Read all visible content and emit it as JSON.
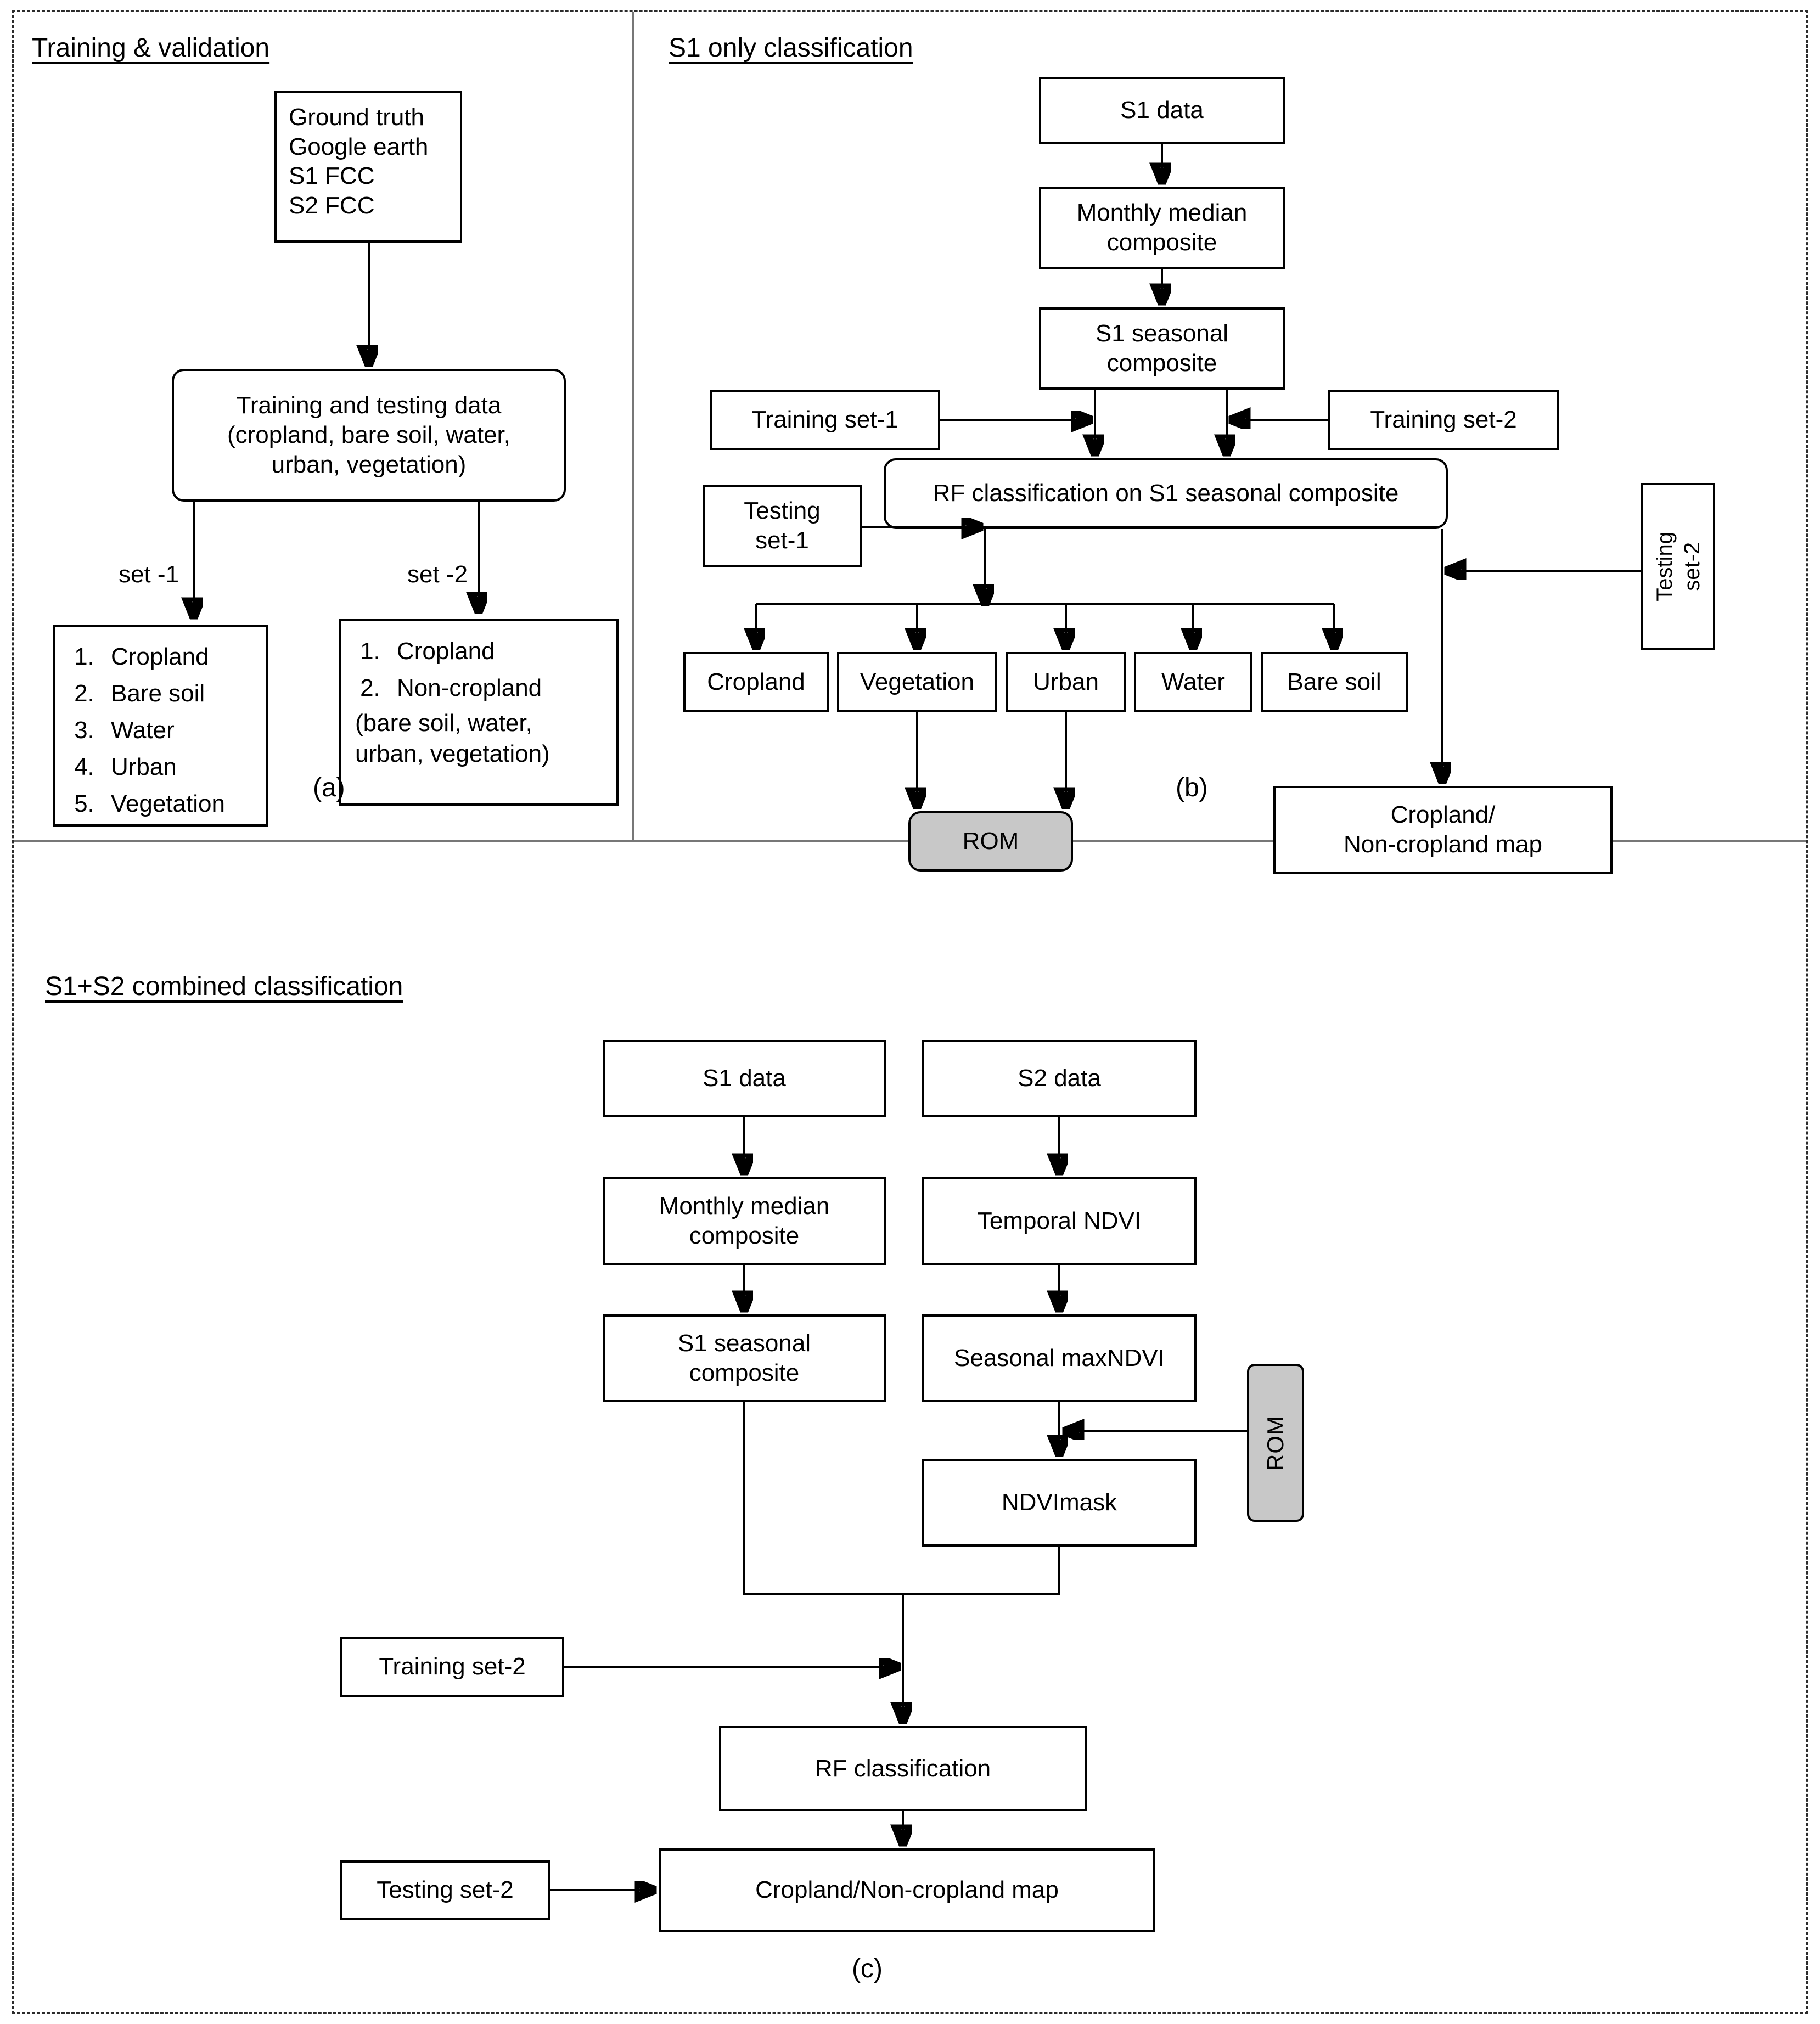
{
  "panels": {
    "a": {
      "heading": "Training & validation",
      "caption": "(a)",
      "nodes": {
        "sources": "Ground truth\nGoogle earth\nS1 FCC\nS2 FCC",
        "traintest": "Training and testing data\n(cropland, bare soil, water,\nurban, vegetation)"
      },
      "edge_labels": {
        "set1": "set -1",
        "set2": "set -2"
      },
      "set1_list": [
        "Cropland",
        "Bare soil",
        "Water",
        "Urban",
        "Vegetation"
      ],
      "set2_list": [
        "Cropland",
        "Non-cropland"
      ],
      "set2_note": "(bare soil, water,\nurban, vegetation)"
    },
    "b": {
      "heading": "S1 only classification",
      "caption": "(b)",
      "nodes": {
        "s1data": "S1 data",
        "monthly": "Monthly median\ncomposite",
        "seasonal": "S1 seasonal\ncomposite",
        "training1": "Training set-1",
        "training2": "Training set-2",
        "rf": "RF classification on S1 seasonal composite",
        "testing1": "Testing\nset-1",
        "testing2": "Testing\nset-2",
        "classes": [
          "Cropland",
          "Vegetation",
          "Urban",
          "Water",
          "Bare soil"
        ],
        "rom": "ROM",
        "cnmap": "Cropland/\nNon-cropland map"
      }
    },
    "c": {
      "heading": "S1+S2 combined classification",
      "caption": "(c)",
      "nodes": {
        "s1data": "S1 data",
        "s2data": "S2 data",
        "monthly": "Monthly median\ncomposite",
        "temporal": "Temporal NDVI",
        "seasonal": "S1 seasonal\ncomposite",
        "maxndvi": "Seasonal maxNDVI",
        "rom": "ROM",
        "ndvimask": "NDVImask",
        "training2": "Training set-2",
        "rf": "RF classification",
        "testing2": "Testing set-2",
        "cnmap": "Cropland/Non-cropland map"
      }
    }
  },
  "colors": {
    "rom_fill": "#c8c8c8",
    "stroke": "#000000",
    "frame": "#2b2b2b",
    "separator": "#777777"
  }
}
